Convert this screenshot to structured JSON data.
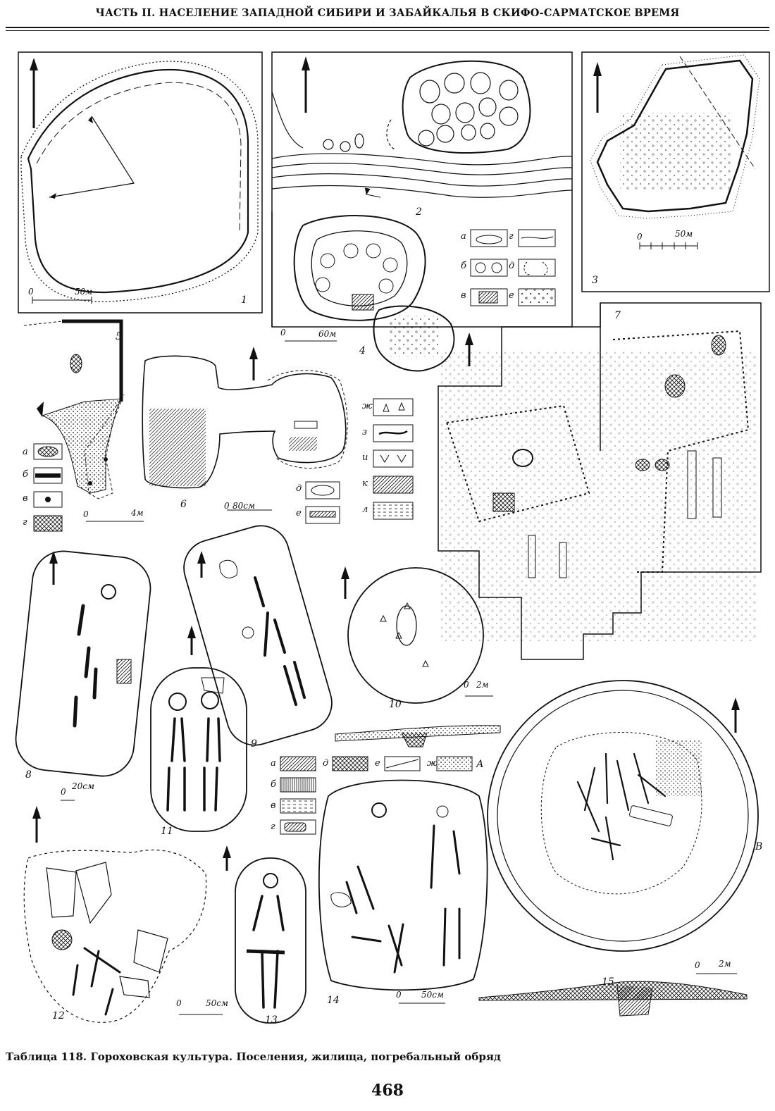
{
  "header": "ЧАСТЬ II. НАСЕЛЕНИЕ ЗАПАДНОЙ СИБИРИ И ЗАБАЙКАЛЬЯ В СКИФО-САРМАТСКОЕ ВРЕМЯ",
  "figures": {
    "f1": {
      "number": "1",
      "scale": "50м",
      "zero": "0"
    },
    "f2": {
      "number": "2"
    },
    "f3": {
      "number": "3",
      "scale": "50м",
      "zero": "0"
    },
    "f4": {
      "number": "4",
      "scale": "60м",
      "zero": "0"
    },
    "f5": {
      "number": "5",
      "scale": "4м",
      "zero": "0"
    },
    "f6": {
      "number": "6",
      "scale": "80см",
      "zero": "0"
    },
    "f7": {
      "number": "7"
    },
    "f8": {
      "number": "8",
      "scale": "20см",
      "zero": "0"
    },
    "f9": {
      "number": "9"
    },
    "f10": {
      "number": "10",
      "scale": "2м",
      "zero": "0"
    },
    "f11": {
      "number": "11"
    },
    "f12": {
      "number": "12"
    },
    "f13": {
      "number": "13",
      "scale": "50см",
      "zero": "0"
    },
    "f14": {
      "number": "14",
      "scale": "50см",
      "zero": "0"
    },
    "f15": {
      "number": "15",
      "scale": "2м",
      "zero": "0",
      "section_mark": "В"
    }
  },
  "legends": {
    "settlement": [
      "а",
      "б",
      "в",
      "г",
      "д",
      "е"
    ],
    "dwelling_left": [
      "а",
      "б",
      "в",
      "г"
    ],
    "dwelling_mid": [
      "д",
      "е"
    ],
    "dwelling_right": [
      "ж",
      "з",
      "и",
      "к",
      "л"
    ],
    "kurgan_row": [
      "а",
      "д",
      "е",
      "ж",
      "А"
    ],
    "kurgan_col": [
      "б",
      "в",
      "г"
    ]
  },
  "caption": "Таблица 118. Гороховская культура. Поселения, жилища, погребальный обряд",
  "page_number": "468"
}
